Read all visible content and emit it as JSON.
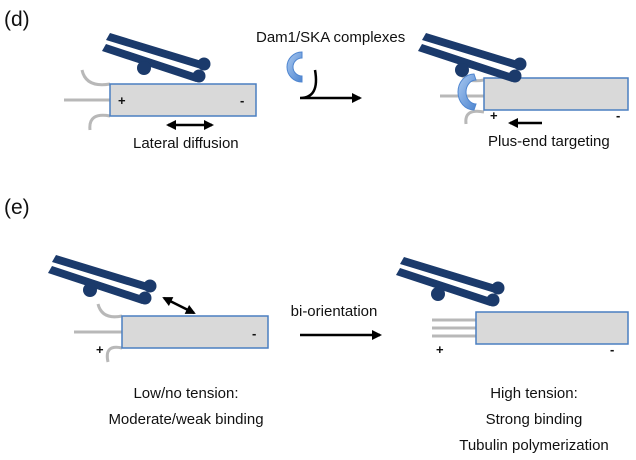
{
  "panel_d": {
    "label": "(d)",
    "complex_label": "Dam1/SKA complexes",
    "left_caption": "Lateral diffusion",
    "right_caption": "Plus-end targeting",
    "plus": "+",
    "minus": "-"
  },
  "panel_e": {
    "label": "(e)",
    "arrow_label": "bi-orientation",
    "left_caption_line1": "Low/no tension:",
    "left_caption_line2": "Moderate/weak binding",
    "right_caption_line1": "High tension:",
    "right_caption_line2": "Strong binding",
    "right_caption_line3": "Tubulin polymerization",
    "plus": "+",
    "minus": "-"
  },
  "colors": {
    "kinetochore": "#1b3a6b",
    "microtubule_fill": "#d9d9d9",
    "microtubule_stroke": "#4a7fc1",
    "protofilament": "#b8b8b8",
    "dam1": "#6fa3e0",
    "arrow": "#000000"
  }
}
